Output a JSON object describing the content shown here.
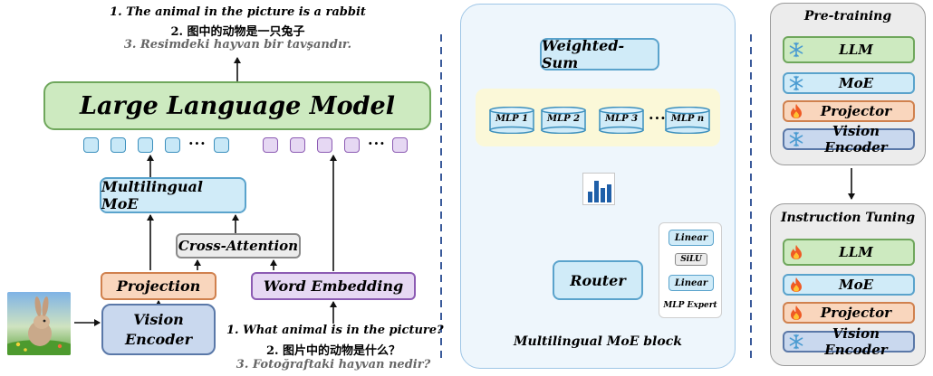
{
  "left": {
    "outputs": [
      "1. The animal in the picture is a rabbit",
      "2. 图中的动物是一只兔子",
      "3. Resimdeki hayvan bir tavşandır."
    ],
    "llm_label": "Large Language Model",
    "token_dots": "···",
    "moe_label": "Multilingual MoE",
    "cross_attention_label": "Cross-Attention",
    "projection_label": "Projection",
    "word_embedding_label": "Word Embedding",
    "vision_encoder_label": "Vision Encoder",
    "questions": [
      "1. What animal is in the picture?",
      "2. 图片中的动物是什么？",
      "3. Fotoğraftaki hayvan nedir?"
    ]
  },
  "middle": {
    "weighted_sum_label": "Weighted-Sum",
    "experts": [
      "MLP 1",
      "MLP 2",
      "MLP 3",
      "MLP n"
    ],
    "expert_dots": "···",
    "router_label": "Router",
    "mlp_expert": {
      "layers": [
        "Linear",
        "SiLU",
        "Linear"
      ],
      "caption": "MLP Expert"
    },
    "caption": "Multilingual MoE block"
  },
  "right": {
    "pretraining": {
      "title": "Pre-training",
      "rows": [
        {
          "label": "LLM",
          "icon": "snowflake-icon"
        },
        {
          "label": "MoE",
          "icon": "snowflake-icon"
        },
        {
          "label": "Projector",
          "icon": "fire-icon"
        },
        {
          "label": "Vision Encoder",
          "icon": "snowflake-icon"
        }
      ]
    },
    "instruction": {
      "title": "Instruction Tuning",
      "rows": [
        {
          "label": "LLM",
          "icon": "fire-icon"
        },
        {
          "label": "MoE",
          "icon": "fire-icon"
        },
        {
          "label": "Projector",
          "icon": "fire-icon"
        },
        {
          "label": "Vision Encoder",
          "icon": "snowflake-icon"
        }
      ]
    }
  },
  "colors": {
    "green": "#cdeac0",
    "light_blue": "#d0ebf8",
    "orange": "#f9d6bd",
    "purple": "#e6d8f3",
    "steel_blue": "#c9d8ee",
    "divider": "#3a5a9a",
    "moe_panel": "#eef6fc",
    "expert_band": "#fbf8d8"
  }
}
